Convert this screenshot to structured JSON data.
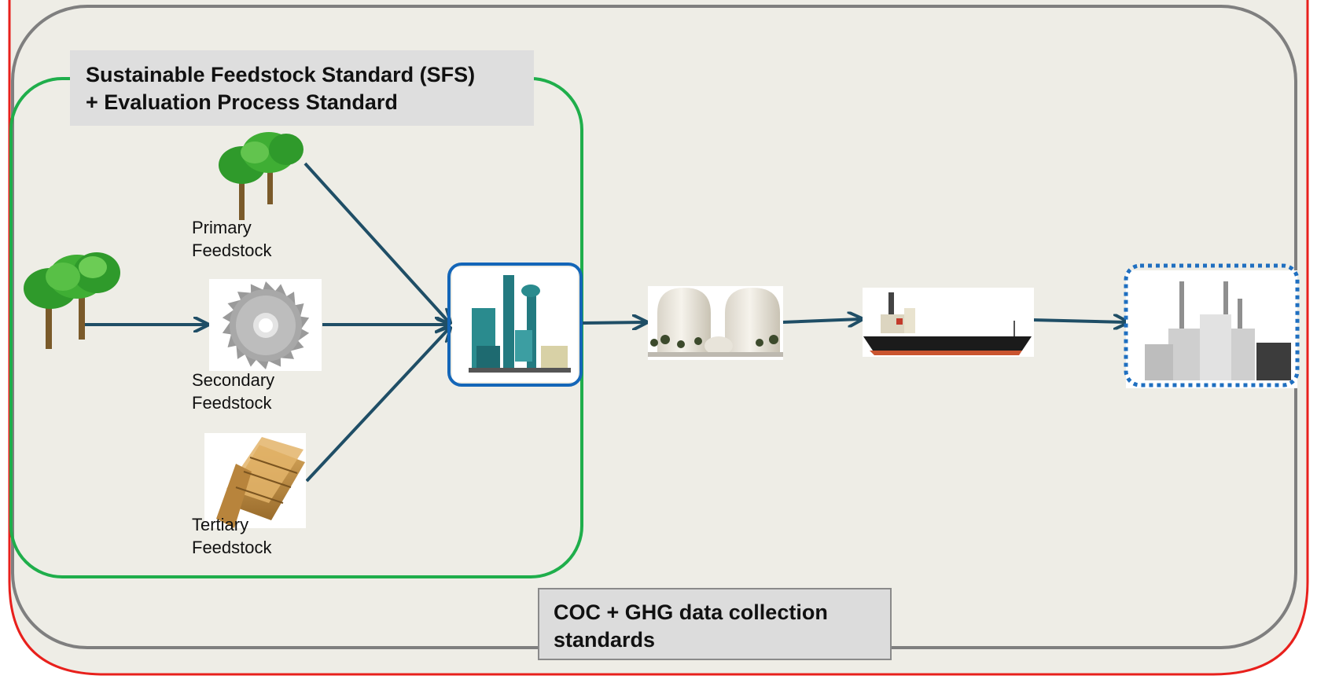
{
  "sfs_box": {
    "line1": "Sustainable Feedstock Standard (SFS)",
    "line2": "+ Evaluation Process Standard"
  },
  "coc_box": {
    "line1": "COC + GHG data collection",
    "line2": "standards"
  },
  "feedstocks": {
    "primary": {
      "line1": "Primary",
      "line2": "Feedstock"
    },
    "secondary": {
      "line1": "Secondary",
      "line2": "Feedstock"
    },
    "tertiary": {
      "line1": "Tertiary",
      "line2": "Feedstock"
    }
  },
  "colors": {
    "background": "#eeede6",
    "outer_border": "#e8201c",
    "middle_border": "#7f7f7f",
    "sfs_border": "#1fae4b",
    "arrow": "#1f4e66",
    "processing_border": "#1466b8",
    "end_user_border": "#1f6fc0"
  }
}
